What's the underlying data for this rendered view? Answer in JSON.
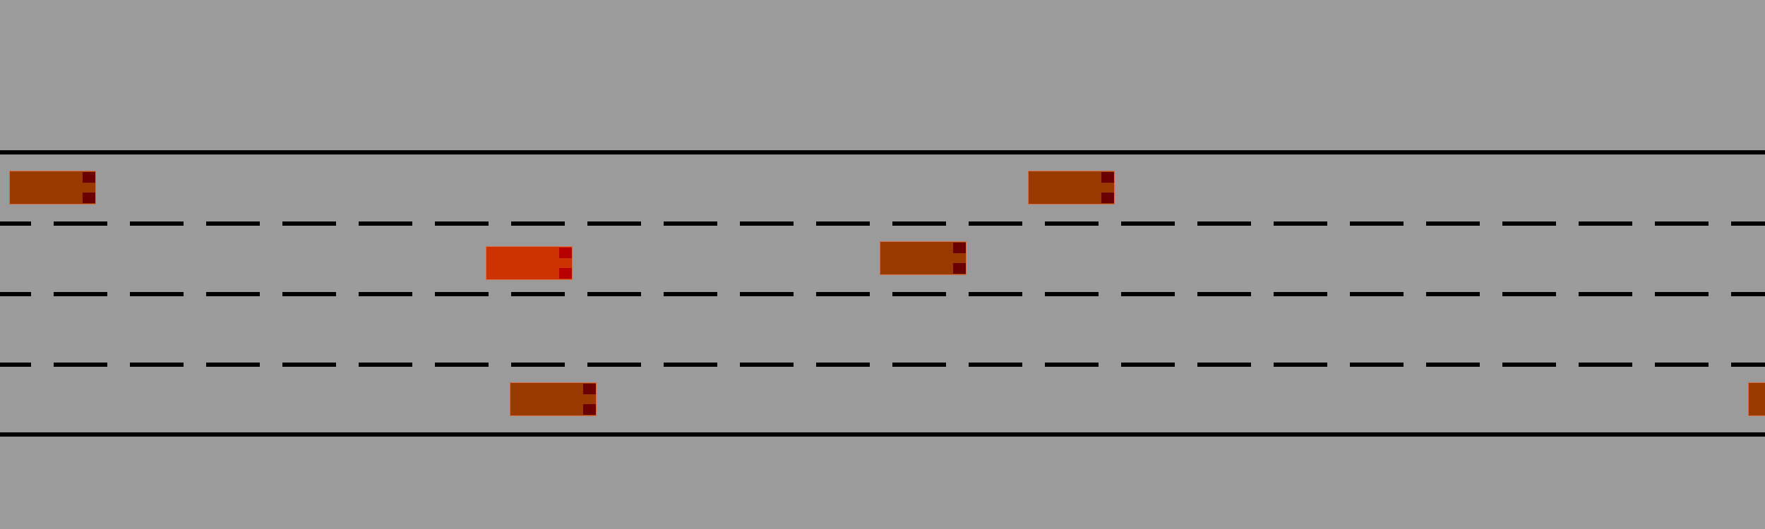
{
  "colors": {
    "ground": "#9b9b9b",
    "road_edge": "#000000",
    "lane_divider": "#000000",
    "ego_car_body": "#cc3300",
    "ego_car_taillight": "#b80000",
    "other_car_body": "#993a00",
    "other_car_taillight": "#6b0000"
  },
  "road": {
    "lane_count": 4,
    "edge_style": "solid",
    "divider_style": "dashed"
  },
  "cars": [
    {
      "id": "other-1",
      "role": "traffic",
      "lane": 1
    },
    {
      "id": "other-2",
      "role": "traffic",
      "lane": 1
    },
    {
      "id": "ego",
      "role": "ego",
      "lane": 2
    },
    {
      "id": "other-3",
      "role": "traffic",
      "lane": 2
    },
    {
      "id": "other-4",
      "role": "traffic",
      "lane": 4
    },
    {
      "id": "other-5",
      "role": "traffic",
      "lane": 4
    }
  ]
}
